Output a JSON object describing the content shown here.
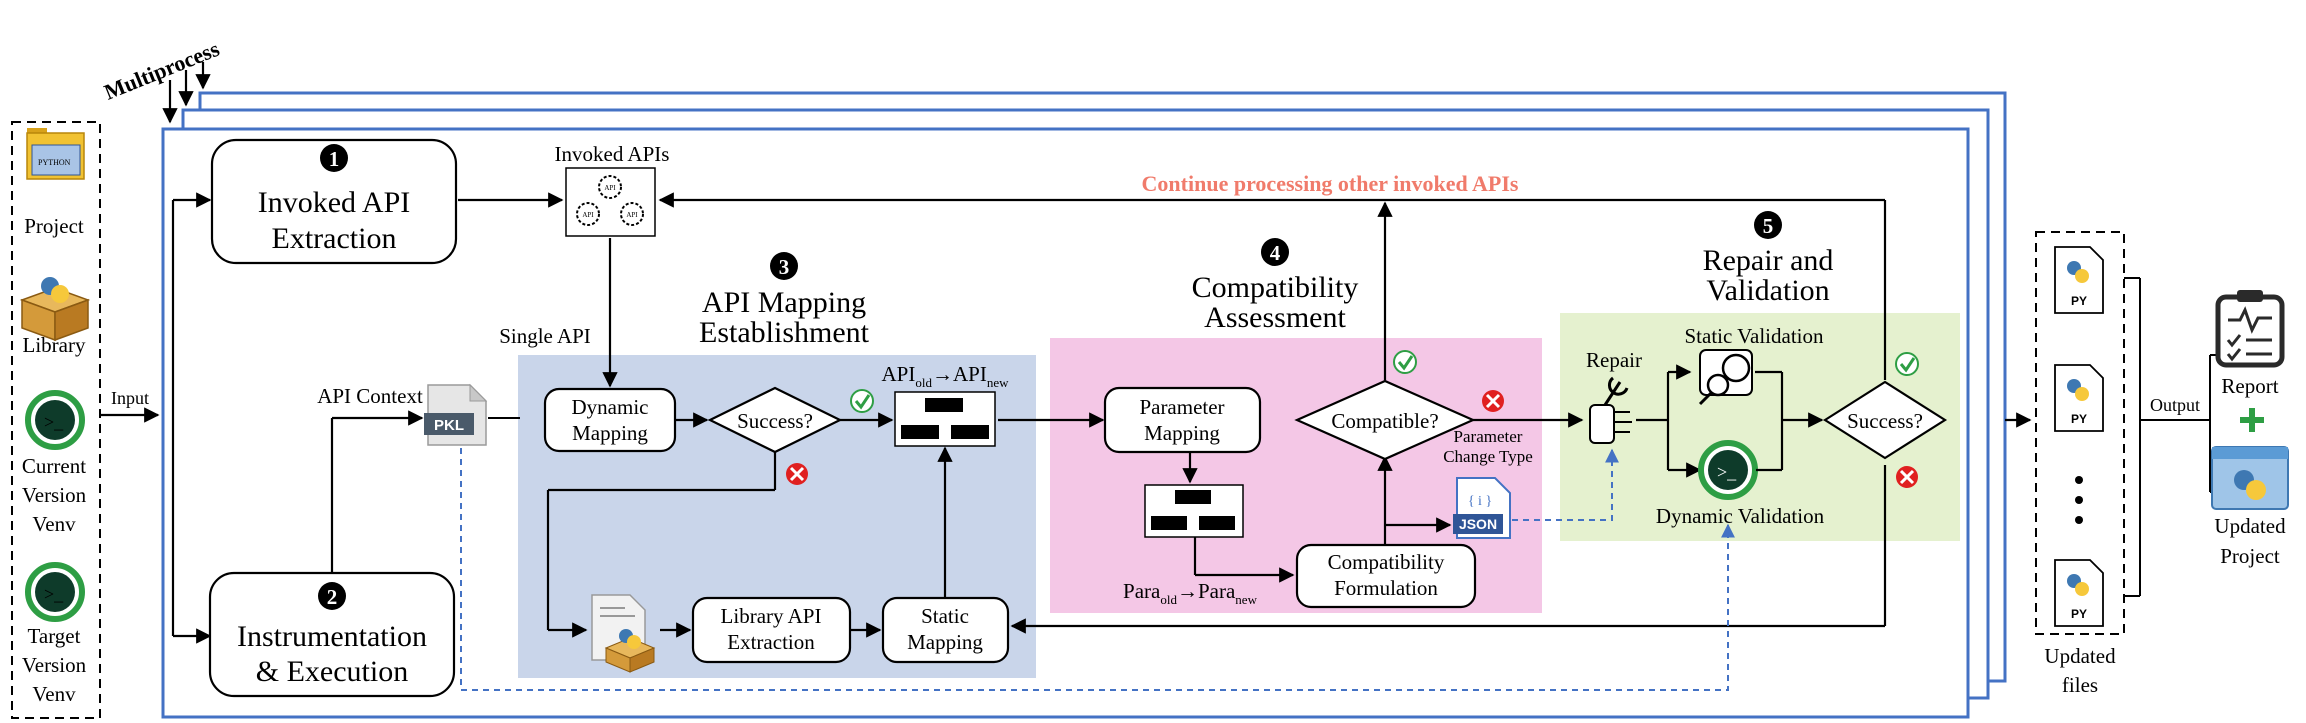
{
  "multiprocess_label": "Multiprocess",
  "inputs": {
    "project": "Project",
    "library": "Library",
    "current_venv": [
      "Current",
      "Version",
      "Venv"
    ],
    "target_venv": [
      "Target",
      "Version",
      "Venv"
    ],
    "input_label": "Input"
  },
  "steps": {
    "s1": {
      "num": "1",
      "lines": [
        "Invoked API",
        "Extraction"
      ]
    },
    "s2": {
      "num": "2",
      "lines": [
        "Instrumentation",
        "& Execution"
      ]
    },
    "s3": {
      "num": "3",
      "lines": [
        "API Mapping",
        "Establishment"
      ]
    },
    "s4": {
      "num": "4",
      "lines": [
        "Compatibility",
        "Assessment"
      ]
    },
    "s5": {
      "num": "5",
      "lines": [
        "Repair and",
        "Validation"
      ]
    }
  },
  "labels": {
    "invoked_apis": "Invoked APIs",
    "single_api": "Single API",
    "api_context": "API Context",
    "pkl": "PKL",
    "continue_text": "Continue processing other invoked APIs",
    "dynamic_mapping": [
      "Dynamic",
      "Mapping"
    ],
    "success": "Success?",
    "api_map": {
      "base1": "API",
      "sub1": "old",
      "arrow": "→",
      "base2": "API",
      "sub2": "new"
    },
    "library_api_extraction": [
      "Library API",
      "Extraction"
    ],
    "static_mapping": [
      "Static",
      "Mapping"
    ],
    "parameter_mapping": [
      "Parameter",
      "Mapping"
    ],
    "compatible": "Compatible?",
    "param_change_type": [
      "Parameter",
      "Change Type"
    ],
    "json": "JSON",
    "compat_formulation": [
      "Compatibility",
      "Formulation"
    ],
    "para_map": {
      "base1": "Para",
      "sub1": "old",
      "arrow": "→",
      "base2": "Para",
      "sub2": "new"
    },
    "repair": "Repair",
    "static_validation": "Static Validation",
    "dynamic_validation": "Dynamic Validation",
    "success2": "Success?"
  },
  "outputs": {
    "py": "PY",
    "updated_files": [
      "Updated",
      "files"
    ],
    "output_label": "Output",
    "report": "Report",
    "updated_project": [
      "Updated",
      "Project"
    ]
  },
  "colors": {
    "blue_frame": "#4472c4",
    "blue_region": "#c9d5ea",
    "pink_region": "#f4c7e6",
    "green_region": "#e5f1cf",
    "continue_red": "#f07b6b",
    "check_green": "#2e9e44",
    "cross_red": "#e02020",
    "dashed_blue": "#4472c4"
  }
}
